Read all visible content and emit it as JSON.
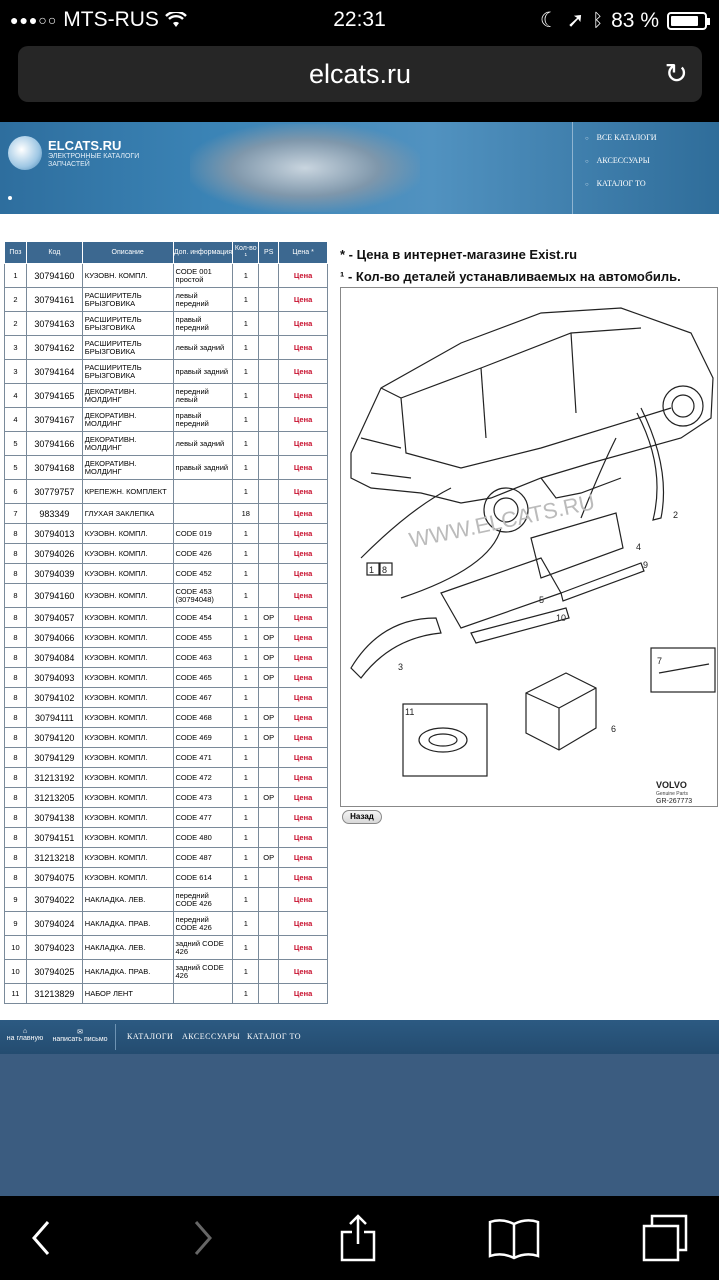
{
  "status": {
    "carrier": "MTS-RUS",
    "time": "22:31",
    "battery": "83 %",
    "battery_level": 0.83
  },
  "browser": {
    "url": "elcats.ru"
  },
  "site": {
    "logo": "ELCATS.RU",
    "tagline": "ЭЛЕКТРОННЫЕ КАТАЛОГИ ЗАПЧАСТЕЙ",
    "menu": [
      "ВСЕ КАТАЛОГИ",
      "АКСЕССУАРЫ",
      "КАТАЛОГ ТО"
    ]
  },
  "table": {
    "headers": [
      "Поз",
      "Код",
      "Описание",
      "Доп. информация",
      "Кол-во ¹",
      "PS",
      "Цена *"
    ],
    "rows": [
      [
        "1",
        "30794160",
        "КУЗОВН. КОМПЛ.",
        "CODE 001 простой",
        "1",
        "",
        "Цена"
      ],
      [
        "2",
        "30794161",
        "РАСШИРИТЕЛЬ БРЫЗГОВИКА",
        "левый передний",
        "1",
        "",
        "Цена"
      ],
      [
        "2",
        "30794163",
        "РАСШИРИТЕЛЬ БРЫЗГОВИКА",
        "правый передний",
        "1",
        "",
        "Цена"
      ],
      [
        "3",
        "30794162",
        "РАСШИРИТЕЛЬ БРЫЗГОВИКА",
        "левый задний",
        "1",
        "",
        "Цена"
      ],
      [
        "3",
        "30794164",
        "РАСШИРИТЕЛЬ БРЫЗГОВИКА",
        "правый задний",
        "1",
        "",
        "Цена"
      ],
      [
        "4",
        "30794165",
        "ДЕКОРАТИВН. МОЛДИНГ",
        "передний левый",
        "1",
        "",
        "Цена"
      ],
      [
        "4",
        "30794167",
        "ДЕКОРАТИВН. МОЛДИНГ",
        "правый передний",
        "1",
        "",
        "Цена"
      ],
      [
        "5",
        "30794166",
        "ДЕКОРАТИВН. МОЛДИНГ",
        "левый задний",
        "1",
        "",
        "Цена"
      ],
      [
        "5",
        "30794168",
        "ДЕКОРАТИВН. МОЛДИНГ",
        "правый задний",
        "1",
        "",
        "Цена"
      ],
      [
        "6",
        "30779757",
        "КРЕПЕЖН. КОМПЛЕКТ",
        "",
        "1",
        "",
        "Цена"
      ],
      [
        "7",
        "983349",
        "ГЛУХАЯ ЗАКЛЕПКА",
        "",
        "18",
        "",
        "Цена"
      ],
      [
        "8",
        "30794013",
        "КУЗОВН. КОМПЛ.",
        "CODE 019",
        "1",
        "",
        "Цена"
      ],
      [
        "8",
        "30794026",
        "КУЗОВН. КОМПЛ.",
        "CODE 426",
        "1",
        "",
        "Цена"
      ],
      [
        "8",
        "30794039",
        "КУЗОВН. КОМПЛ.",
        "CODE 452",
        "1",
        "",
        "Цена"
      ],
      [
        "8",
        "30794160",
        "КУЗОВН. КОМПЛ.",
        "CODE 453 (30794048)",
        "1",
        "",
        "Цена"
      ],
      [
        "8",
        "30794057",
        "КУЗОВН. КОМПЛ.",
        "CODE 454",
        "1",
        "OP",
        "Цена"
      ],
      [
        "8",
        "30794066",
        "КУЗОВН. КОМПЛ.",
        "CODE 455",
        "1",
        "OP",
        "Цена"
      ],
      [
        "8",
        "30794084",
        "КУЗОВН. КОМПЛ.",
        "CODE 463",
        "1",
        "OP",
        "Цена"
      ],
      [
        "8",
        "30794093",
        "КУЗОВН. КОМПЛ.",
        "CODE 465",
        "1",
        "OP",
        "Цена"
      ],
      [
        "8",
        "30794102",
        "КУЗОВН. КОМПЛ.",
        "CODE 467",
        "1",
        "",
        "Цена"
      ],
      [
        "8",
        "30794111",
        "КУЗОВН. КОМПЛ.",
        "CODE 468",
        "1",
        "OP",
        "Цена"
      ],
      [
        "8",
        "30794120",
        "КУЗОВН. КОМПЛ.",
        "CODE 469",
        "1",
        "OP",
        "Цена"
      ],
      [
        "8",
        "30794129",
        "КУЗОВН. КОМПЛ.",
        "CODE 471",
        "1",
        "",
        "Цена"
      ],
      [
        "8",
        "31213192",
        "КУЗОВН. КОМПЛ.",
        "CODE 472",
        "1",
        "",
        "Цена"
      ],
      [
        "8",
        "31213205",
        "КУЗОВН. КОМПЛ.",
        "CODE 473",
        "1",
        "OP",
        "Цена"
      ],
      [
        "8",
        "30794138",
        "КУЗОВН. КОМПЛ.",
        "CODE 477",
        "1",
        "",
        "Цена"
      ],
      [
        "8",
        "30794151",
        "КУЗОВН. КОМПЛ.",
        "CODE 480",
        "1",
        "",
        "Цена"
      ],
      [
        "8",
        "31213218",
        "КУЗОВН. КОМПЛ.",
        "CODE 487",
        "1",
        "OP",
        "Цена"
      ],
      [
        "8",
        "30794075",
        "КУЗОВН. КОМПЛ.",
        "CODE 614",
        "1",
        "",
        "Цена"
      ],
      [
        "9",
        "30794022",
        "НАКЛАДКА. ЛЕВ.",
        "передний CODE 426",
        "1",
        "",
        "Цена"
      ],
      [
        "9",
        "30794024",
        "НАКЛАДКА. ПРАВ.",
        "передний CODE 426",
        "1",
        "",
        "Цена"
      ],
      [
        "10",
        "30794023",
        "НАКЛАДКА. ЛЕВ.",
        "задний CODE 426",
        "1",
        "",
        "Цена"
      ],
      [
        "10",
        "30794025",
        "НАКЛАДКА. ПРАВ.",
        "задний CODE 426",
        "1",
        "",
        "Цена"
      ],
      [
        "11",
        "31213829",
        "НАБОР ЛЕНТ",
        "",
        "1",
        "",
        "Цена"
      ]
    ]
  },
  "notes": {
    "price": "* - Цена в интернет-магазине Exist.ru",
    "qty": "¹ - Кол-во деталей устанавливаемых на автомобиль."
  },
  "diagram": {
    "watermark": "WWW.ELCATS.RU",
    "brand": "VOLVO",
    "brand_sub": "Genuine Parts",
    "ref": "GR-267773",
    "box_left": "1",
    "box_right": "8",
    "callouts": [
      "2",
      "3",
      "4",
      "5",
      "6",
      "7",
      "9",
      "10",
      "11"
    ]
  },
  "back_label": "Назад",
  "footer": {
    "home": "на главную",
    "mail": "написать письмо",
    "links": [
      "КАТАЛОГИ",
      "АКСЕССУАРЫ",
      "КАТАЛОГ ТО"
    ]
  }
}
